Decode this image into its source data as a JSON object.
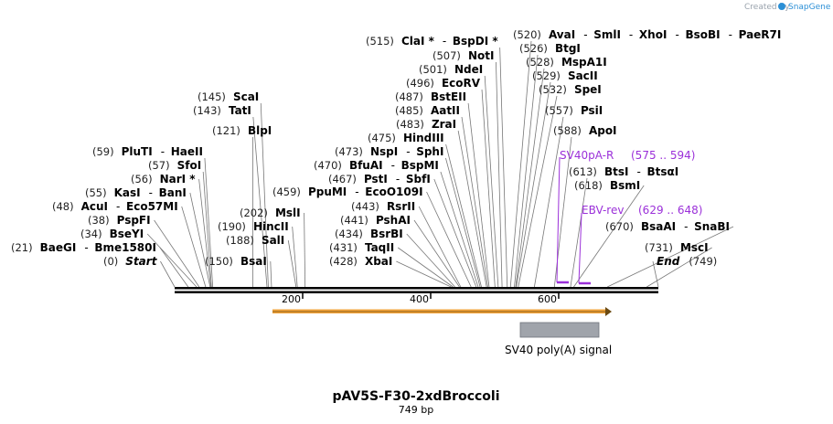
{
  "watermark": {
    "created_by": "Created by",
    "brand": "SnapGene"
  },
  "map": {
    "name": "pAV5S-F30-2xdBroccoli",
    "length_label": "749 bp",
    "length": 749
  },
  "ruler": {
    "ticks": [
      "200",
      "400",
      "600"
    ]
  },
  "sites": [
    {
      "pos": "(0)",
      "names": [
        "Start"
      ],
      "italic": true,
      "at": 0
    },
    {
      "pos": "(21)",
      "names": [
        "BaeGI",
        "Bme1580I"
      ],
      "at": 21
    },
    {
      "pos": "(34)",
      "names": [
        "BseYI"
      ],
      "at": 34
    },
    {
      "pos": "(38)",
      "names": [
        "PspFI"
      ],
      "at": 38
    },
    {
      "pos": "(48)",
      "names": [
        "AcuI",
        "Eco57MI"
      ],
      "at": 48
    },
    {
      "pos": "(55)",
      "names": [
        "KasI",
        "BanI"
      ],
      "at": 55
    },
    {
      "pos": "(56)",
      "names": [
        "NarI *"
      ],
      "at": 56
    },
    {
      "pos": "(57)",
      "names": [
        "SfoI"
      ],
      "at": 57
    },
    {
      "pos": "(59)",
      "names": [
        "PluTI",
        "HaeII"
      ],
      "at": 59
    },
    {
      "pos": "(121)",
      "names": [
        "BlpI"
      ],
      "at": 121
    },
    {
      "pos": "(143)",
      "names": [
        "TatI"
      ],
      "at": 143
    },
    {
      "pos": "(145)",
      "names": [
        "ScaI"
      ],
      "at": 145
    },
    {
      "pos": "(150)",
      "names": [
        "BsaI"
      ],
      "at": 150
    },
    {
      "pos": "(188)",
      "names": [
        "SalI"
      ],
      "at": 188
    },
    {
      "pos": "(190)",
      "names": [
        "HincII"
      ],
      "at": 190
    },
    {
      "pos": "(202)",
      "names": [
        "MslI"
      ],
      "at": 202
    },
    {
      "pos": "(459)",
      "names": [
        "PpuMI",
        "EcoO109I"
      ],
      "at": 459
    },
    {
      "pos": "(428)",
      "names": [
        "XbaI"
      ],
      "at": 428
    },
    {
      "pos": "(431)",
      "names": [
        "TaqII"
      ],
      "at": 431
    },
    {
      "pos": "(434)",
      "names": [
        "BsrBI"
      ],
      "at": 434
    },
    {
      "pos": "(441)",
      "names": [
        "PshAI"
      ],
      "at": 441
    },
    {
      "pos": "(443)",
      "names": [
        "RsrII"
      ],
      "at": 443
    },
    {
      "pos": "(467)",
      "names": [
        "PstI",
        "SbfI"
      ],
      "at": 467
    },
    {
      "pos": "(470)",
      "names": [
        "BfuAI",
        "BspMI"
      ],
      "at": 470
    },
    {
      "pos": "(473)",
      "names": [
        "NspI",
        "SphI"
      ],
      "at": 473
    },
    {
      "pos": "(475)",
      "names": [
        "HindIII"
      ],
      "at": 475
    },
    {
      "pos": "(483)",
      "names": [
        "ZraI"
      ],
      "at": 483
    },
    {
      "pos": "(485)",
      "names": [
        "AatII"
      ],
      "at": 485
    },
    {
      "pos": "(487)",
      "names": [
        "BstEII"
      ],
      "at": 487
    },
    {
      "pos": "(496)",
      "names": [
        "EcoRV"
      ],
      "at": 496
    },
    {
      "pos": "(501)",
      "names": [
        "NdeI"
      ],
      "at": 501
    },
    {
      "pos": "(507)",
      "names": [
        "NotI"
      ],
      "at": 507
    },
    {
      "pos": "(515)",
      "names": [
        "ClaI *",
        "BspDI *"
      ],
      "at": 515
    },
    {
      "pos": "(520)",
      "names": [
        "AvaI",
        "SmlI",
        "XhoI",
        "BsoBI",
        "PaeR7I"
      ],
      "at": 520
    },
    {
      "pos": "(526)",
      "names": [
        "BtgI"
      ],
      "at": 526
    },
    {
      "pos": "(528)",
      "names": [
        "MspA1I"
      ],
      "at": 528
    },
    {
      "pos": "(529)",
      "names": [
        "SacII"
      ],
      "at": 529
    },
    {
      "pos": "(532)",
      "names": [
        "SpeI"
      ],
      "at": 532
    },
    {
      "pos": "(557)",
      "names": [
        "PsiI"
      ],
      "at": 557
    },
    {
      "pos": "(588)",
      "names": [
        "ApoI"
      ],
      "at": 588
    },
    {
      "pos": "(613)",
      "names": [
        "BtsI",
        "BtsαI"
      ],
      "at": 613
    },
    {
      "pos": "(618)",
      "names": [
        "BsmI"
      ],
      "at": 618
    },
    {
      "pos": "(670)",
      "names": [
        "BsaAI",
        "SnaBI"
      ],
      "at": 670
    },
    {
      "pos": "(731)",
      "names": [
        "MscI"
      ],
      "at": 731
    },
    {
      "pos": "(749)",
      "names": [
        "End"
      ],
      "italic": true,
      "at": 749
    }
  ],
  "primers": [
    {
      "name": "SV40pA-R",
      "range": "(575 .. 594)"
    },
    {
      "name": "EBV-rev",
      "range": "(629 .. 648)"
    }
  ],
  "features": [
    {
      "name": "SV40 poly(A) signal"
    }
  ],
  "colors": {
    "backbone": "#000000",
    "orf_arrow": "#f2a33a",
    "feature_box": "#a0a4ab",
    "primer": "#9b30d9"
  }
}
